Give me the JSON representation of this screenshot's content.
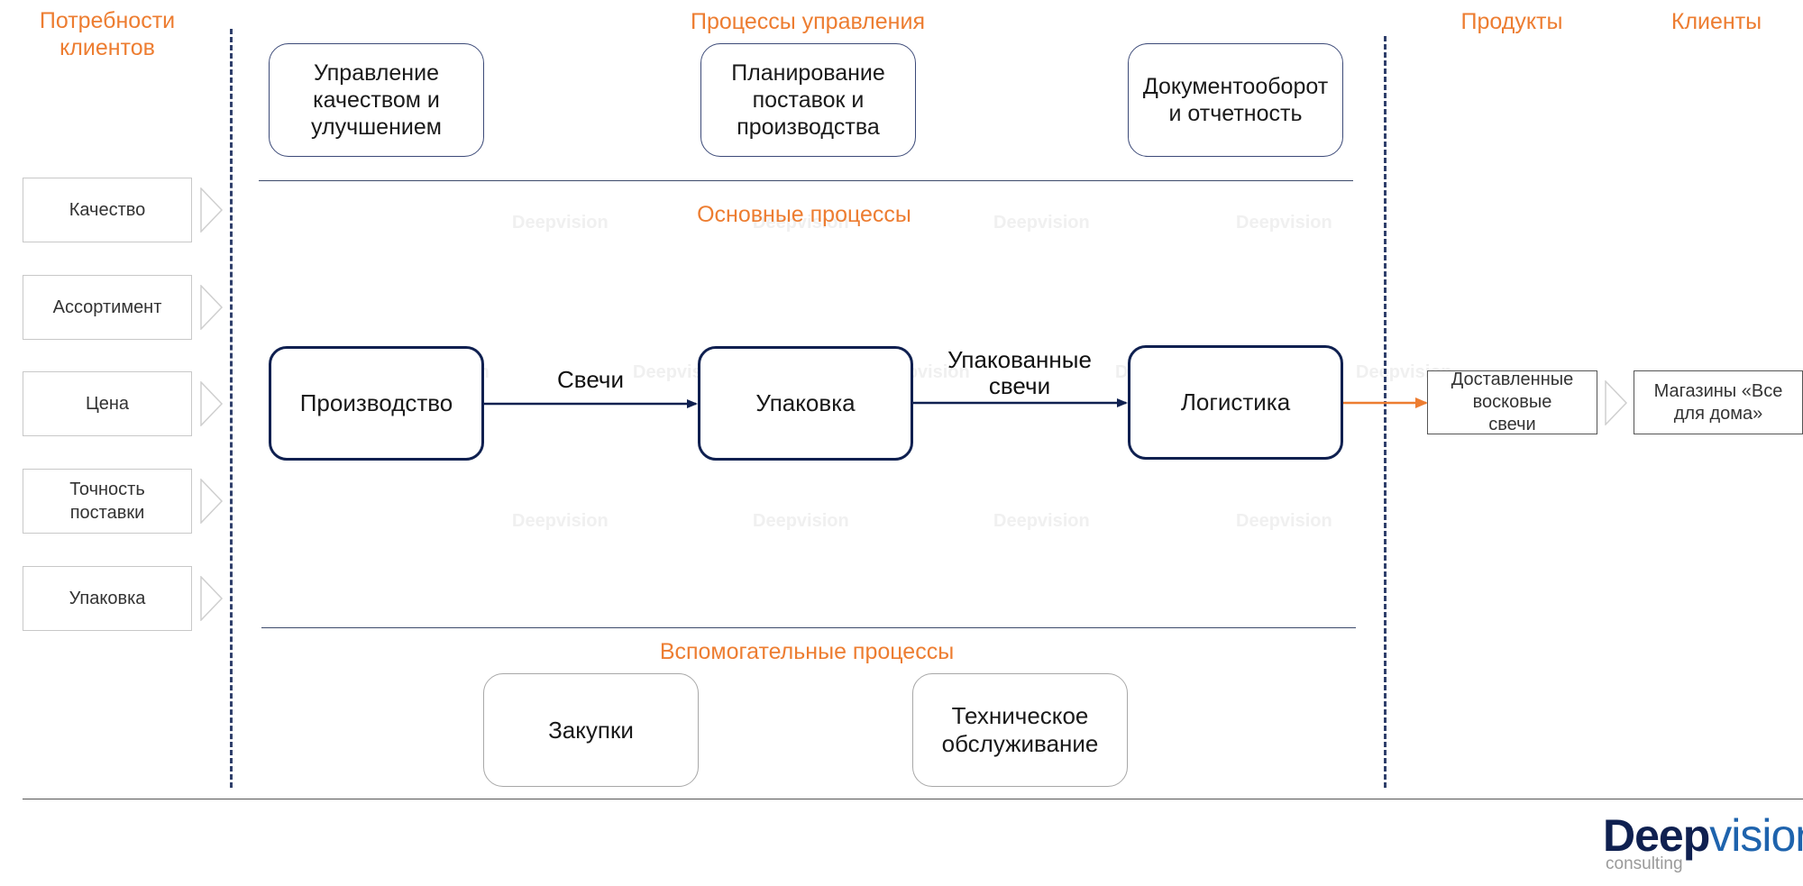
{
  "headings": {
    "customer_needs": "Потребности\nклиентов",
    "management": "Процессы управления",
    "products": "Продукты",
    "clients": "Клиенты",
    "core": "Основные процессы",
    "support": "Вспомогательные процессы"
  },
  "customer_needs": [
    "Качество",
    "Ассортимент",
    "Цена",
    "Точность\nпоставки",
    "Упаковка"
  ],
  "management_processes": [
    "Управление\nкачеством и\nулучшением",
    "Планирование\nпоставок и\nпроизводства",
    "Документооборот\nи отчетность"
  ],
  "core_processes": [
    "Производство",
    "Упаковка",
    "Логистика"
  ],
  "flows": [
    "Свечи",
    "Упакованные\nсвечи"
  ],
  "support_processes": [
    "Закупки",
    "Техническое\nобслуживание"
  ],
  "product": "Доставленные\nвосковые\nсвечи",
  "client": "Магазины «Все\nдля дома»",
  "logo": {
    "word_bold": "Deep",
    "word_light": "vision",
    "sub": "consulting"
  },
  "watermark": "Deepvision",
  "colors": {
    "accent_orange": "#ed7d31",
    "navy": "#0f2050",
    "dashed_divider": "#2f3f6b"
  }
}
